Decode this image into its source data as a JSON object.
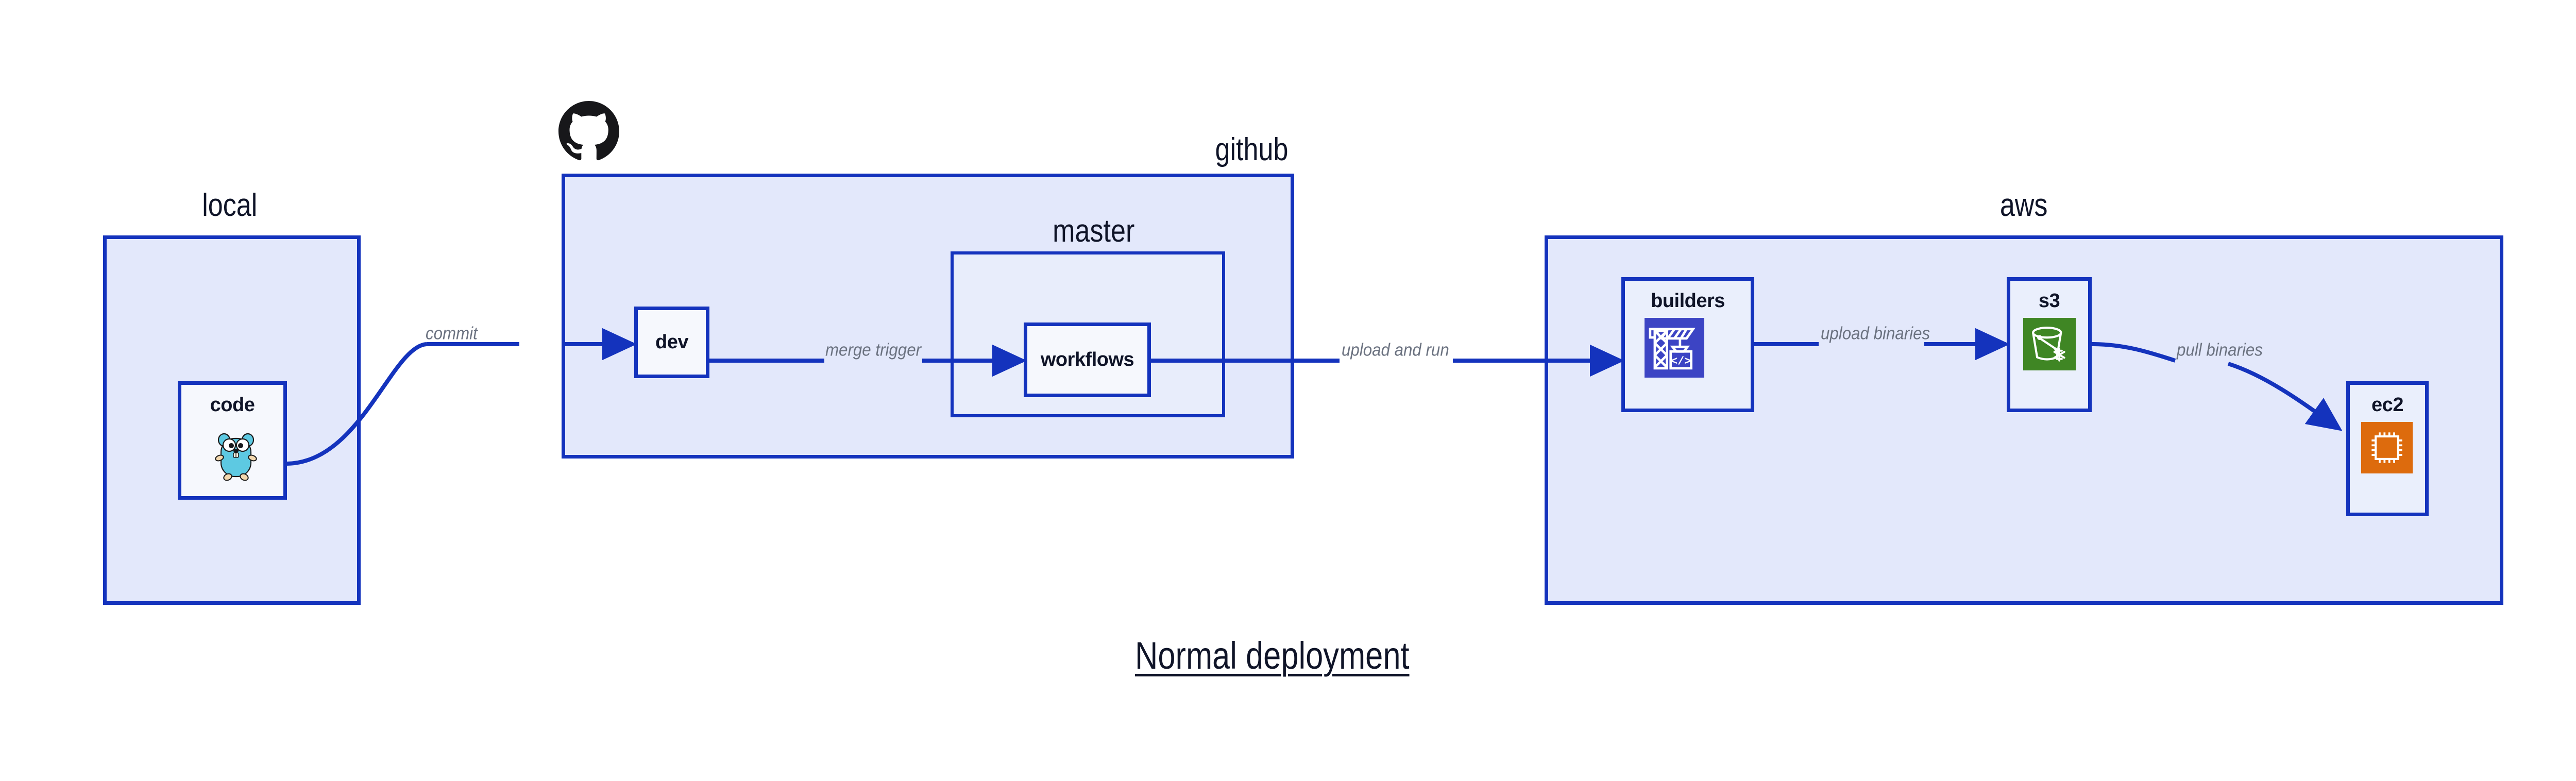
{
  "diagram": {
    "title": "Normal deployment",
    "accent_border": "#1433bd",
    "group_fill": "#e3e8fb",
    "node_fill": "#eaeffc",
    "label_color": "#0f1428",
    "edge_label_color": "#6b7280"
  },
  "groups": [
    {
      "id": "local",
      "label": "local"
    },
    {
      "id": "github",
      "label": "github"
    },
    {
      "id": "aws",
      "label": "aws"
    }
  ],
  "subgroups": [
    {
      "id": "master",
      "label": "master",
      "parent": "github"
    }
  ],
  "nodes": [
    {
      "id": "code",
      "label": "code",
      "parent": "local",
      "icon": "go-gopher-icon"
    },
    {
      "id": "dev",
      "label": "dev",
      "parent": "github",
      "icon": null
    },
    {
      "id": "workflows",
      "label": "workflows",
      "parent": "master",
      "icon": null
    },
    {
      "id": "builders",
      "label": "builders",
      "parent": "aws",
      "icon": "aws-codebuild-icon",
      "icon_color": "#3c44c4"
    },
    {
      "id": "s3",
      "label": "s3",
      "parent": "aws",
      "icon": "aws-s3-bucket-icon",
      "icon_color": "#3f8624"
    },
    {
      "id": "ec2",
      "label": "ec2",
      "parent": "aws",
      "icon": "aws-ec2-chip-icon",
      "icon_color": "#dd6b0d"
    }
  ],
  "edges": [
    {
      "id": "commit",
      "label": "commit",
      "from": "code",
      "to": "dev"
    },
    {
      "id": "merge-trigger",
      "label": "merge trigger",
      "from": "dev",
      "to": "workflows"
    },
    {
      "id": "upload-and-run",
      "label": "upload and run",
      "from": "workflows",
      "to": "builders"
    },
    {
      "id": "upload-binaries",
      "label": "upload binaries",
      "from": "builders",
      "to": "s3"
    },
    {
      "id": "pull-binaries",
      "label": "pull binaries",
      "from": "s3",
      "to": "ec2"
    }
  ],
  "logos": [
    {
      "id": "github-octocat",
      "name": "github-octocat-logo",
      "color": "#17171a"
    }
  ]
}
